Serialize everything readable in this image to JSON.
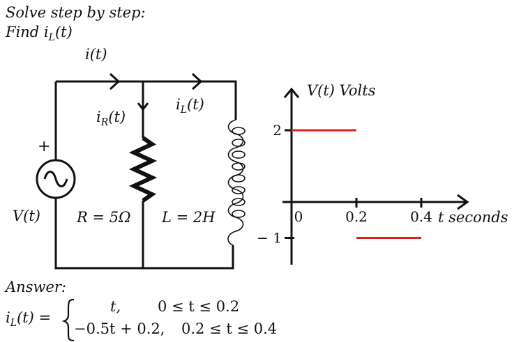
{
  "prompt": {
    "line1": "Solve step by step:",
    "line2": "Find i",
    "line2_sub": "L",
    "line2_tail": "(t)"
  },
  "circuit": {
    "i_label": "i(t)",
    "ir_main": "i",
    "ir_sub": "R",
    "ir_tail": "(t)",
    "il_main": "i",
    "il_sub": "L",
    "il_tail": "(t)",
    "plus": "+",
    "source_label": "V(t)",
    "resistor_label": "R = 5Ω",
    "inductor_label": "L = 2H"
  },
  "chart_data": {
    "type": "line",
    "ylabel": "V(t) Volts",
    "xlabel": "t seconds",
    "x_ticks": [
      "0",
      "0.2",
      "0.4"
    ],
    "y_ticks": [
      "2",
      "− 1"
    ],
    "series": [
      {
        "x": [
          0,
          0.2
        ],
        "y": [
          2,
          2
        ]
      },
      {
        "x": [
          0.2,
          0.4
        ],
        "y": [
          -1,
          -1
        ]
      }
    ],
    "line_color": "#e0201c"
  },
  "answer": {
    "heading": "Answer:",
    "lhs_main": "i",
    "lhs_sub": "L",
    "lhs_tail": "(t) =",
    "case1_expr": "t,",
    "case1_cond": "0 ≤ t ≤ 0.2",
    "case2_expr": "−0.5t + 0.2,",
    "case2_cond": "0.2 ≤ t ≤ 0.4"
  }
}
